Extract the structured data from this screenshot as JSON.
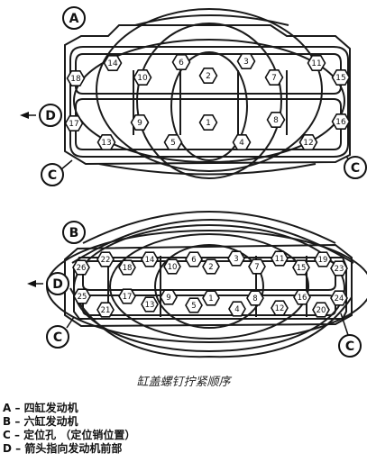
{
  "diagram_a": {
    "label": "A",
    "bolts": [
      {
        "n": "14"
      },
      {
        "n": "10"
      },
      {
        "n": "6"
      },
      {
        "n": "2"
      },
      {
        "n": "3"
      },
      {
        "n": "7"
      },
      {
        "n": "11"
      },
      {
        "n": "18"
      },
      {
        "n": "15"
      },
      {
        "n": "9"
      },
      {
        "n": "1"
      },
      {
        "n": "8"
      },
      {
        "n": "17"
      },
      {
        "n": "16"
      },
      {
        "n": "13"
      },
      {
        "n": "5"
      },
      {
        "n": "4"
      },
      {
        "n": "12"
      }
    ],
    "d_label": "D",
    "c_labels": [
      "C",
      "C"
    ]
  },
  "diagram_b": {
    "label": "B",
    "bolts": [
      {
        "n": "22"
      },
      {
        "n": "18"
      },
      {
        "n": "14"
      },
      {
        "n": "10"
      },
      {
        "n": "6"
      },
      {
        "n": "2"
      },
      {
        "n": "3"
      },
      {
        "n": "7"
      },
      {
        "n": "11"
      },
      {
        "n": "15"
      },
      {
        "n": "19"
      },
      {
        "n": "23"
      },
      {
        "n": "26"
      },
      {
        "n": "25"
      },
      {
        "n": "17"
      },
      {
        "n": "13"
      },
      {
        "n": "9"
      },
      {
        "n": "5"
      },
      {
        "n": "1"
      },
      {
        "n": "8"
      },
      {
        "n": "12"
      },
      {
        "n": "16"
      },
      {
        "n": "24"
      },
      {
        "n": "21"
      },
      {
        "n": "4"
      },
      {
        "n": "20"
      }
    ],
    "d_label": "D",
    "c_labels": [
      "C",
      "C"
    ]
  },
  "caption": "缸盖螺钉拧紧顺序",
  "legend": [
    "A – 四缸发动机",
    "B – 六缸发动机",
    "C – 定位孔 （定位销位置）",
    "D – 箭头指向发动机前部"
  ]
}
